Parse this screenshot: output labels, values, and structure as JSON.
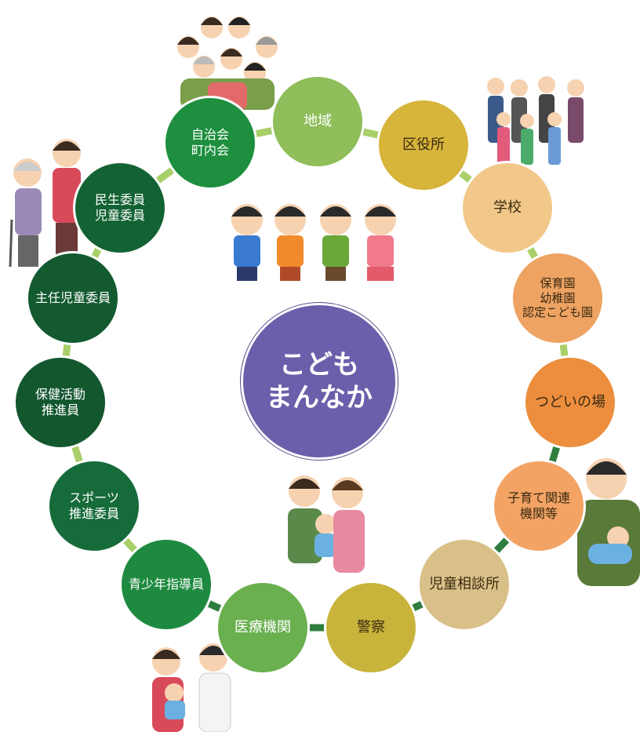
{
  "center": {
    "label": "こども\nまんなか",
    "color": "#6a5fab"
  },
  "ring_color_right": "#2f7d3f",
  "ring_color_left": "#a9cf6a",
  "nodes": [
    {
      "id": "chiiki",
      "label": "地域",
      "color": "#8fbe5a",
      "text": "dark"
    },
    {
      "id": "kuyakusho",
      "label": "区役所",
      "color": "#d7b43a",
      "text": "light"
    },
    {
      "id": "gakko",
      "label": "学校",
      "color": "#f2c88a",
      "text": "light"
    },
    {
      "id": "hoikuen",
      "label": "保育園\n幼稚園\n認定こども園",
      "color": "#eea363",
      "text": "light"
    },
    {
      "id": "tsudoi",
      "label": "つどいの場",
      "color": "#ec8e3e",
      "text": "light"
    },
    {
      "id": "kosodate",
      "label": "子育て関連\n機関等",
      "color": "#f3a465",
      "text": "light"
    },
    {
      "id": "jidosodan",
      "label": "児童相談所",
      "color": "#d8c088",
      "text": "light"
    },
    {
      "id": "keisatsu",
      "label": "警察",
      "color": "#c8b43a",
      "text": "light"
    },
    {
      "id": "iryo",
      "label": "医療機関",
      "color": "#6ab04f",
      "text": "dark"
    },
    {
      "id": "seishonen",
      "label": "青少年指導員",
      "color": "#1e8a40",
      "text": "dark"
    },
    {
      "id": "sports",
      "label": "スポーツ\n推進委員",
      "color": "#166b3a",
      "text": "dark"
    },
    {
      "id": "hoken",
      "label": "保健活動\n推進員",
      "color": "#13572f",
      "text": "dark"
    },
    {
      "id": "shunin",
      "label": "主任児童委員",
      "color": "#135a30",
      "text": "dark"
    },
    {
      "id": "minsei",
      "label": "民生委員\n児童委員",
      "color": "#136233",
      "text": "dark"
    },
    {
      "id": "jichikai",
      "label": "自治会\n町内会",
      "color": "#1d8f3e",
      "text": "dark"
    }
  ],
  "illustrations": [
    {
      "id": "crowd",
      "icon": "crowd-illustration"
    },
    {
      "id": "school-family",
      "icon": "family-group-illustration"
    },
    {
      "id": "cheering-kids",
      "icon": "cheering-children-illustration"
    },
    {
      "id": "elderly-caregiver",
      "icon": "caregiver-illustration"
    },
    {
      "id": "parents-baby",
      "icon": "parents-with-baby-illustration"
    },
    {
      "id": "father-baby",
      "icon": "father-holding-baby-illustration"
    },
    {
      "id": "doctor-patient",
      "icon": "doctor-illustration"
    }
  ]
}
